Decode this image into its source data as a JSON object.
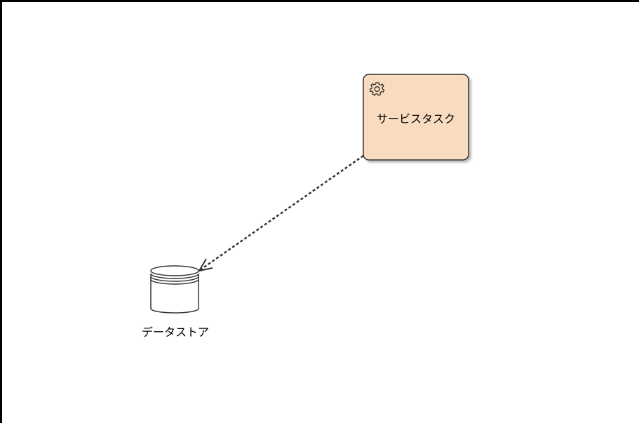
{
  "diagram": {
    "service_task": {
      "label": "サービスタスク",
      "icon": "gear-icon",
      "fill_color": "#f9dbbf",
      "stroke_color": "#333333"
    },
    "data_store": {
      "label": "データストア",
      "icon": "database-icon"
    },
    "association": {
      "style": "dashed",
      "direction": "service-task-to-data-store"
    }
  }
}
